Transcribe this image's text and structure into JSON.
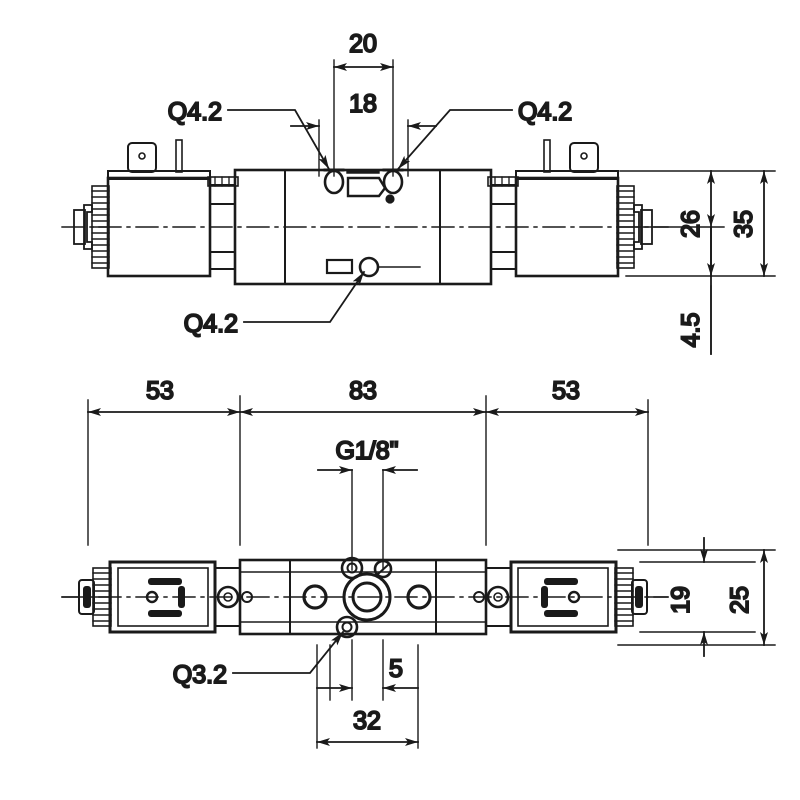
{
  "drawing": {
    "type": "engineering-dimension-drawing",
    "subject": "double solenoid pneumatic valve",
    "units": "mm",
    "line_color": "#1a1a1a",
    "background_color": "#ffffff",
    "views": [
      {
        "name": "front-view",
        "position": "top"
      },
      {
        "name": "bottom-view",
        "position": "bottom"
      }
    ]
  },
  "front_view": {
    "dimensions": {
      "width_outer": "20",
      "width_inner": "18",
      "height_total": "35",
      "height_body": "26",
      "height_base": "4.5"
    },
    "callouts": {
      "left_port": "Q4.2",
      "right_port": "Q4.2",
      "bottom_port": "Q4.2"
    }
  },
  "bottom_view": {
    "dimensions": {
      "left_length": "53",
      "center_length": "83",
      "right_length": "53",
      "port_thread": "G1/8\"",
      "height_outer": "25",
      "height_inner": "19",
      "spacing_small": "5",
      "spacing_large": "32"
    },
    "callouts": {
      "mounting_hole": "Q3.2"
    }
  },
  "labels": {
    "d20": "20",
    "d18": "18",
    "d35": "35",
    "d26": "26",
    "d45": "4.5",
    "q42_left": "Q4.2",
    "q42_right": "Q4.2",
    "q42_bottom": "Q4.2",
    "d53_left": "53",
    "d83": "83",
    "d53_right": "53",
    "g18": "G1/8\"",
    "d25": "25",
    "d19": "19",
    "d5": "5",
    "d32": "32",
    "q32": "Q3.2"
  }
}
